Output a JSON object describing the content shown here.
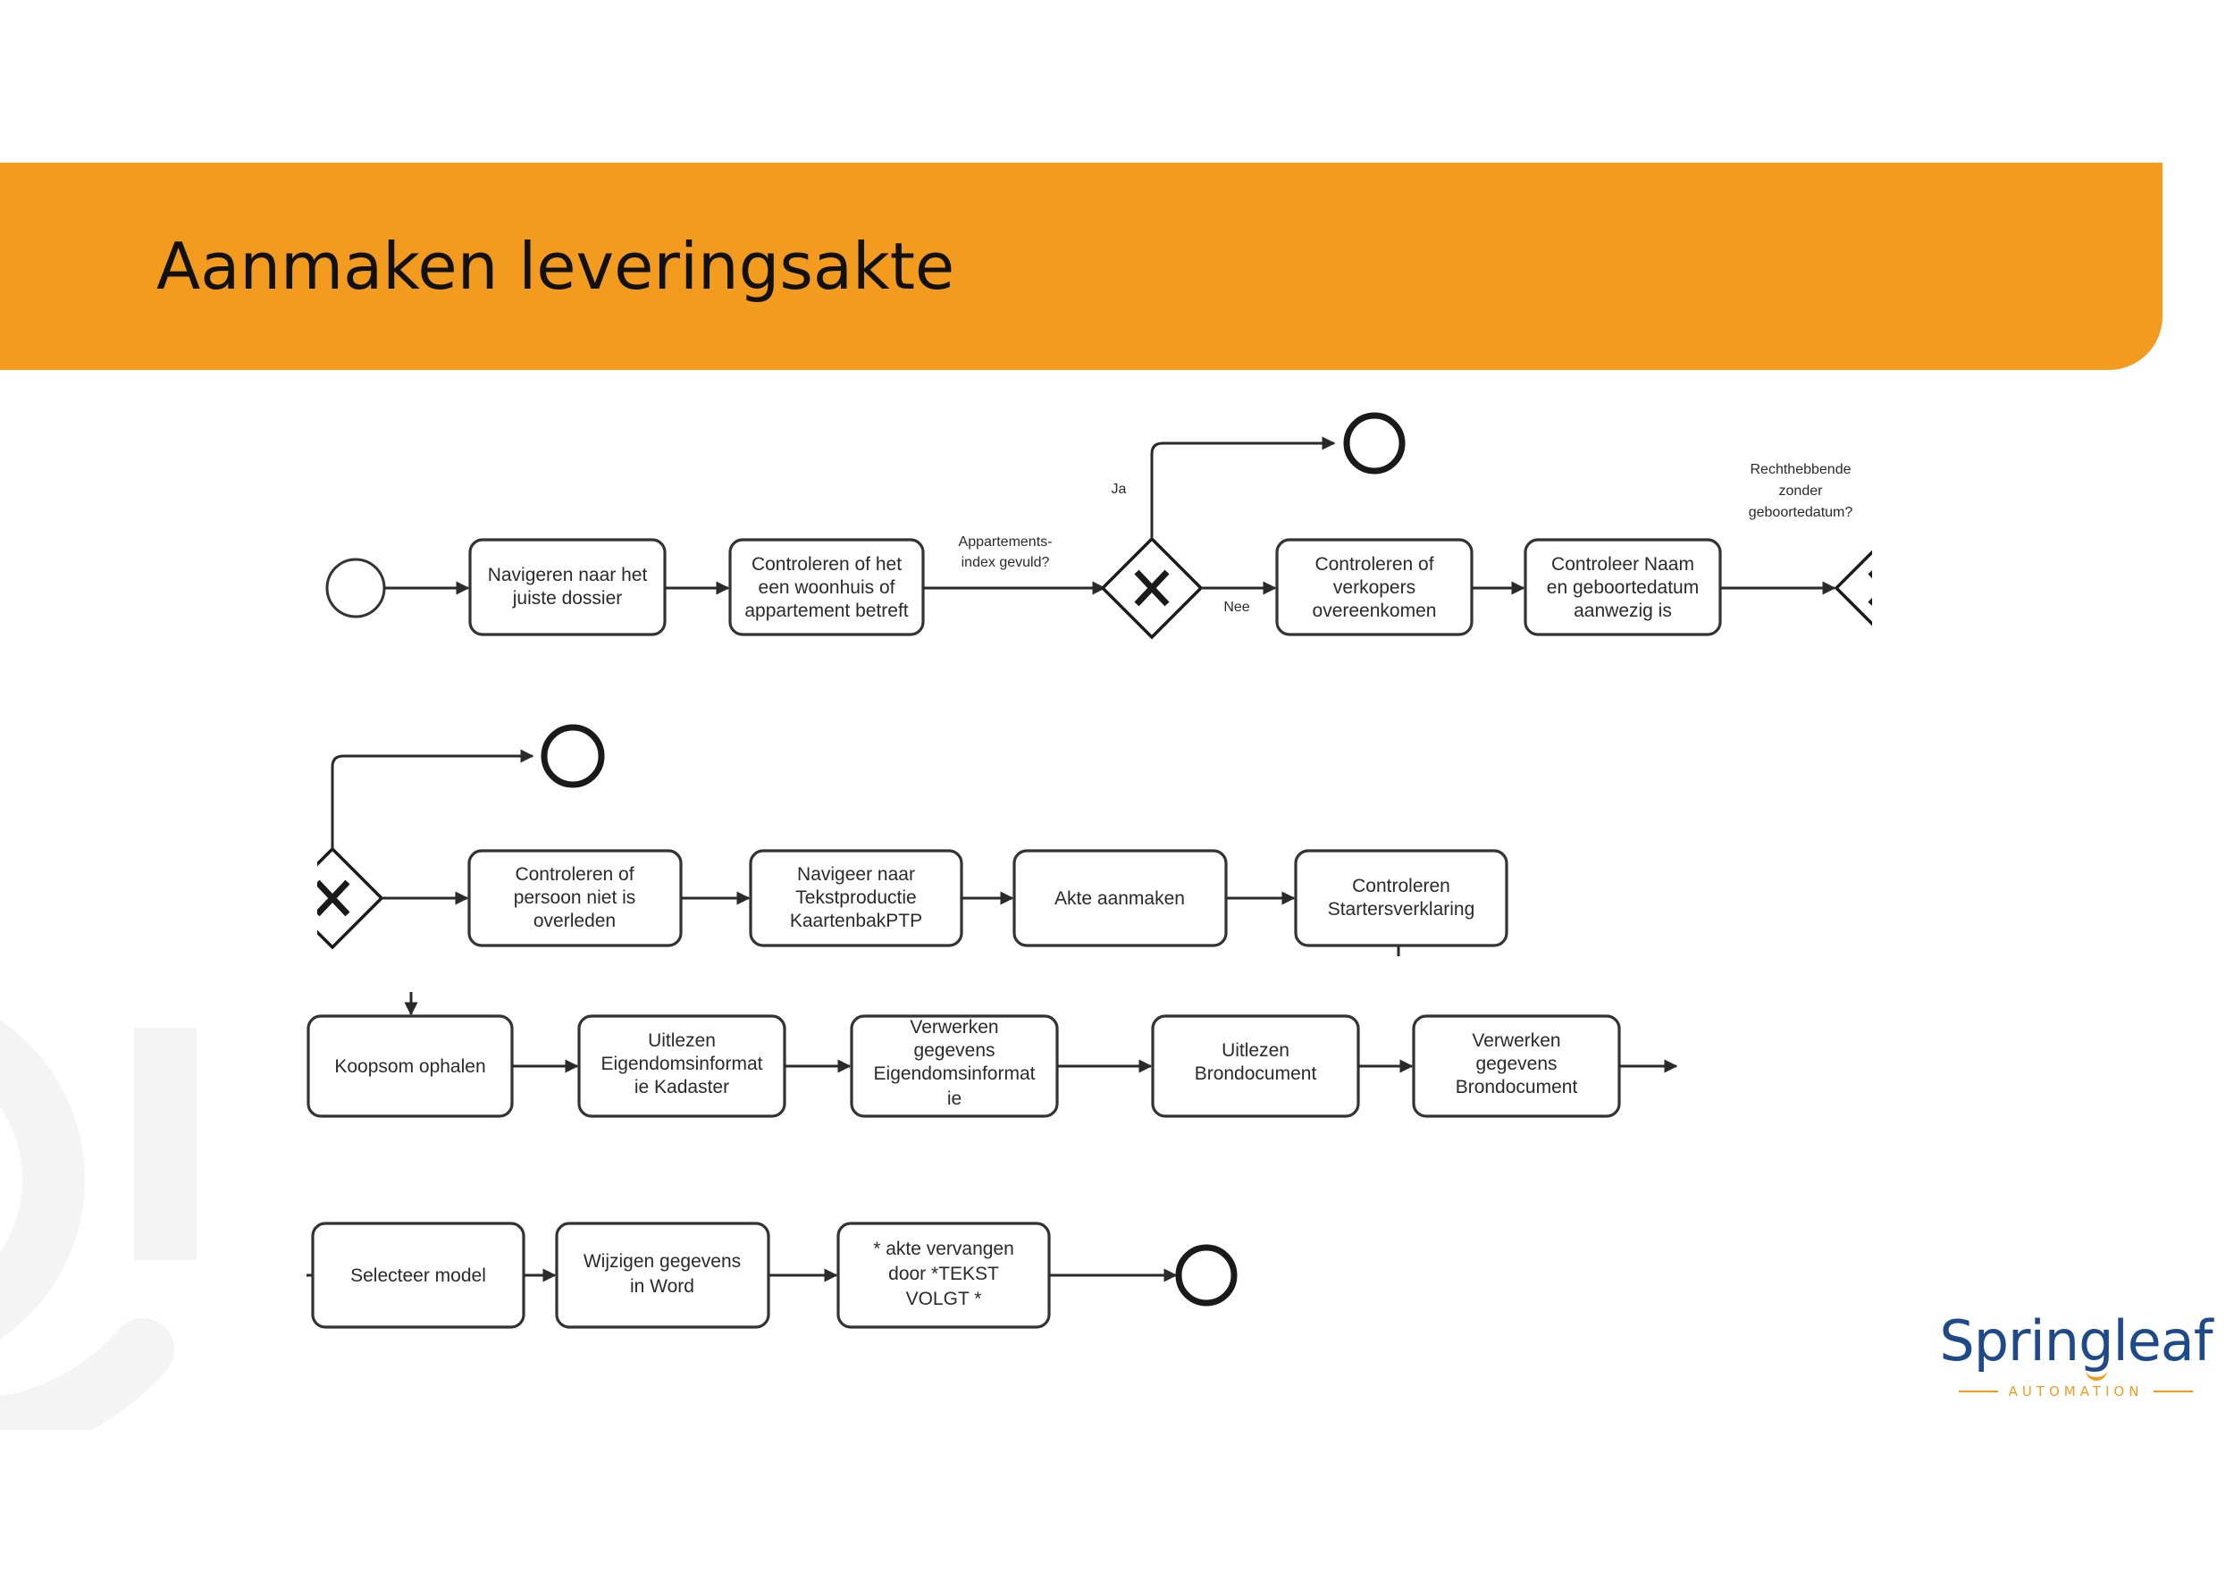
{
  "slide": {
    "title": "Aanmaken leveringsakte"
  },
  "colors": {
    "accent": "#f39b1f",
    "brand_blue": "#1f4a8a",
    "watermark": "#f4f4f4"
  },
  "tasks": {
    "navigeren_dossier": [
      "Navigeren naar het",
      "juiste dossier"
    ],
    "controleren_woonhuis": [
      "Controleren of het",
      "een woonhuis of",
      "appartement betreft"
    ],
    "controleren_verkopers": [
      "Controleren of",
      "verkopers",
      "overeenkomen"
    ],
    "controleer_naam": [
      "Controleer Naam",
      "en geboortedatum",
      "aanwezig is"
    ],
    "controleren_overleden": [
      "Controleren of",
      "persoon niet is",
      "overleden"
    ],
    "navigeer_tekstproductie": [
      "Navigeer naar",
      "Tekstproductie",
      "KaartenbakPTP"
    ],
    "akte_aanmaken": [
      "Akte aanmaken"
    ],
    "controleren_startersverklaring": [
      "Controleren",
      "Startersverklaring"
    ],
    "koopsom_ophalen": [
      "Koopsom ophalen"
    ],
    "uitlezen_kadaster": [
      "Uitlezen",
      "Eigendomsinformat",
      "ie Kadaster"
    ],
    "verwerken_eigendomsinformatie": [
      "Verwerken",
      "gegevens",
      "Eigendomsinformat",
      "ie"
    ],
    "uitlezen_brondocument": [
      "Uitlezen",
      "Brondocument"
    ],
    "verwerken_brondocument": [
      "Verwerken",
      "gegevens",
      "Brondocument"
    ],
    "selecteer_model": [
      "Selecteer model"
    ],
    "wijzigen_word": [
      "Wijzigen gegevens",
      "in Word"
    ],
    "akte_vervangen": [
      "* akte vervangen",
      "door *TEKST",
      "VOLGT *"
    ]
  },
  "labels": {
    "appartementsindex": [
      "Appartements-",
      "index gevuld?"
    ],
    "ja": "Ja",
    "nee": "Nee",
    "rechthebbende": [
      "Rechthebbende",
      "zonder",
      "geboortedatum?"
    ]
  },
  "logo": {
    "name": "Springleaf",
    "tagline": "AUTOMATION"
  }
}
